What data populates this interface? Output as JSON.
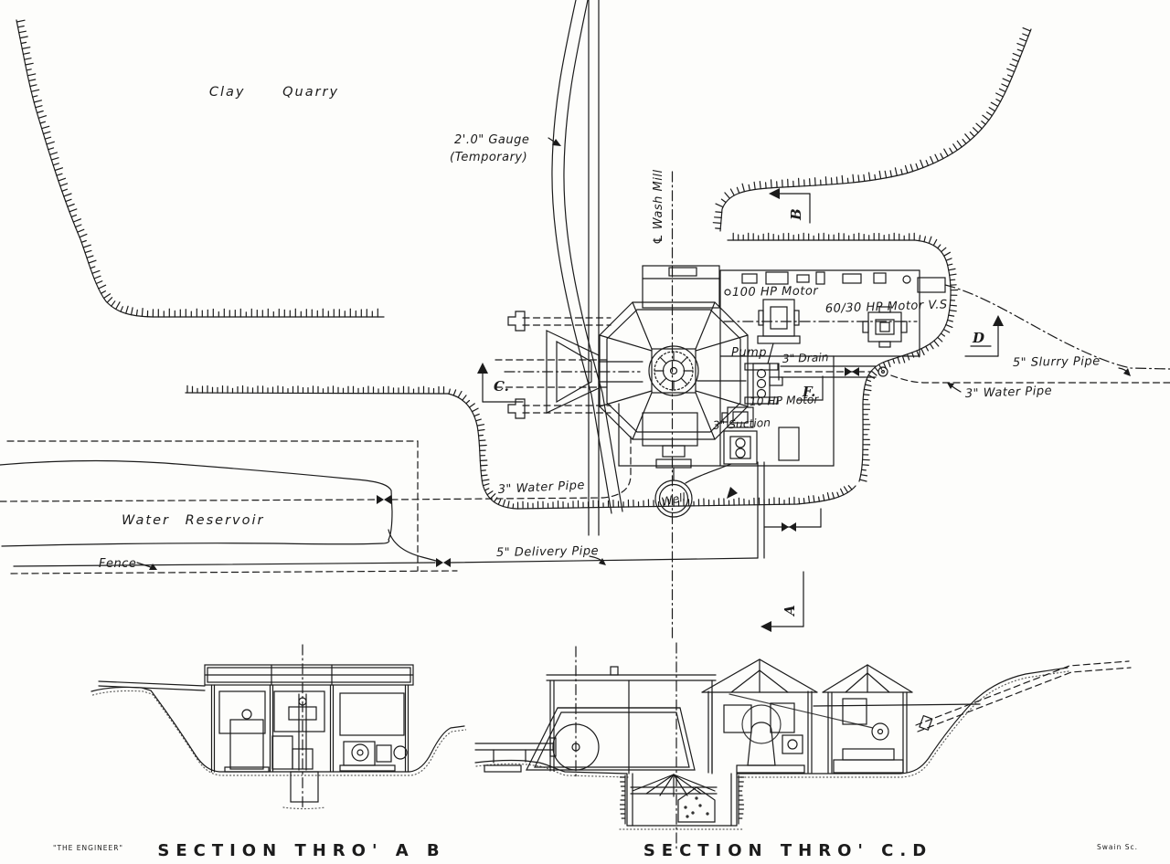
{
  "plan": {
    "area_labels": {
      "clay_quarry": "Clay Quarry",
      "water_reservoir": "Water Reservoir",
      "fence": "Fence",
      "well": "Well"
    },
    "railway": {
      "gauge_line1": "2'.0\" Gauge",
      "gauge_line2": "(Temporary)"
    },
    "centerline_label": "℄ Wash Mill",
    "equipment": {
      "motor_100": "100 HP Motor",
      "motor_60_30": "60/30 HP Motor V.S",
      "pump": "Pump",
      "motor_10": "10 HP Motor",
      "f_tag": "F."
    },
    "pipes": {
      "drain": "3\" Drain",
      "suction": "3\" Suction",
      "slurry": "5\" Slurry Pipe",
      "water_right": "3\" Water Pipe",
      "water_left": "3\" Water Pipe",
      "delivery": "5\" Delivery Pipe"
    },
    "section_markers": {
      "a": "A",
      "b": "B",
      "c": "C.",
      "d": "D"
    }
  },
  "sections": {
    "ab_title": "SECTION THRO' A B",
    "cd_title": "SECTION THRO' C.D"
  },
  "credits": {
    "publication": "\"THE ENGINEER\"",
    "engraver": "Swain Sc."
  },
  "colors": {
    "ink": "#1b1b1b",
    "paper": "#fdfdfb"
  }
}
